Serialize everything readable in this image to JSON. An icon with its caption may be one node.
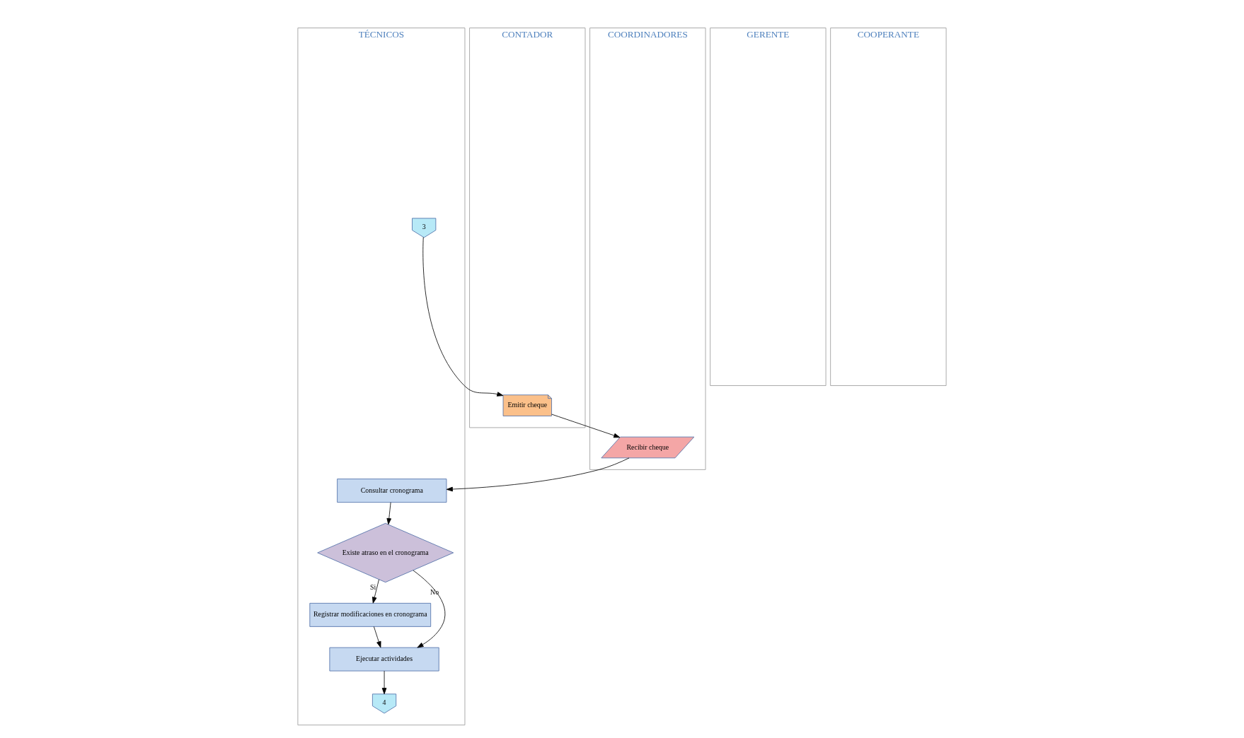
{
  "diagram": {
    "nodes": [
      {
        "text": [
          "TÉCNICOS"
        ]
      },
      {
        "text": [
          "3"
        ],
        "in": 0
      },
      {
        "text": [
          "Consultar cronograma"
        ],
        "in": 0
      },
      {
        "text": [
          "Existe atraso en el cronograma"
        ],
        "in": 0
      },
      {
        "text": [
          "Registrar modificaciones en cronograma"
        ],
        "in": 0
      },
      {
        "text": [
          "Ejecutar actividades"
        ],
        "in": 0
      },
      {
        "text": [
          "4"
        ],
        "in": 0
      },
      {
        "text": [
          "COORDINADORES"
        ]
      },
      {
        "text": [
          "Recibir cheque"
        ],
        "in": 7
      },
      {
        "text": [
          "CONTADOR"
        ]
      },
      {
        "text": [
          "Emitir cheque"
        ],
        "in": 9
      },
      {
        "text": [
          "GERENTE"
        ]
      },
      {
        "text": [
          "COOPERANTE"
        ]
      }
    ],
    "edges": [
      {
        "from": 1,
        "to": 10,
        "arrow": "to"
      },
      {
        "from": 10,
        "to": 8,
        "arrow": "to"
      },
      {
        "from": 8,
        "to": 2,
        "arrow": "to"
      },
      {
        "from": 2,
        "to": 3,
        "arrow": "to"
      },
      {
        "from": 3,
        "to": 4,
        "label": "Si",
        "arrow": "to"
      },
      {
        "from": 3,
        "to": 5,
        "label": "No",
        "arrow": "to"
      },
      {
        "from": 4,
        "to": 5,
        "arrow": "to"
      },
      {
        "from": 5,
        "to": 6,
        "arrow": "to"
      }
    ]
  }
}
